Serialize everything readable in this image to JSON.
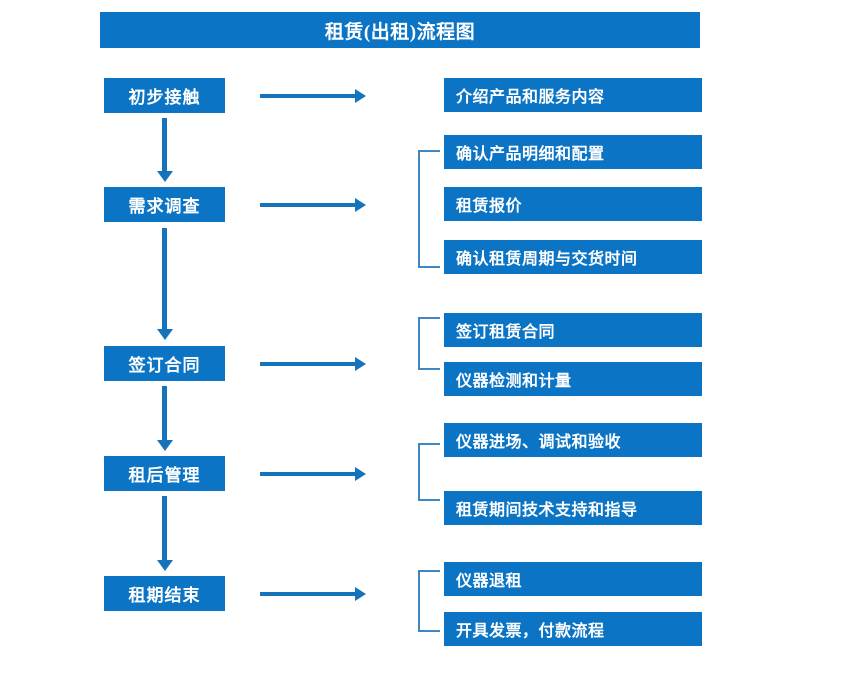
{
  "diagram": {
    "title": "租赁(出租)流程图",
    "colors": {
      "box_fill": "#0b74c4",
      "box_text": "#ffffff",
      "arrow": "#1473ba",
      "bracket": "#3f87c4",
      "background": "#ffffff"
    },
    "stages": [
      {
        "id": "stage-1",
        "label": "初步接触"
      },
      {
        "id": "stage-2",
        "label": "需求调查"
      },
      {
        "id": "stage-3",
        "label": "签订合同"
      },
      {
        "id": "stage-4",
        "label": "租后管理"
      },
      {
        "id": "stage-5",
        "label": "租期结束"
      }
    ],
    "details": [
      {
        "id": "detail-1-1",
        "label": "介绍产品和服务内容"
      },
      {
        "id": "detail-2-1",
        "label": "确认产品明细和配置"
      },
      {
        "id": "detail-2-2",
        "label": "租赁报价"
      },
      {
        "id": "detail-2-3",
        "label": "确认租赁周期与交货时间"
      },
      {
        "id": "detail-3-1",
        "label": "签订租赁合同"
      },
      {
        "id": "detail-3-2",
        "label": "仪器检测和计量"
      },
      {
        "id": "detail-4-1",
        "label": "仪器进场、调试和验收"
      },
      {
        "id": "detail-4-2",
        "label": "租赁期间技术支持和指导"
      },
      {
        "id": "detail-5-1",
        "label": "仪器退租"
      },
      {
        "id": "detail-5-2",
        "label": "开具发票，付款流程"
      }
    ],
    "connectors": {
      "horizontal_arrows": 5,
      "vertical_arrows": 4,
      "group_brackets": 4
    }
  }
}
